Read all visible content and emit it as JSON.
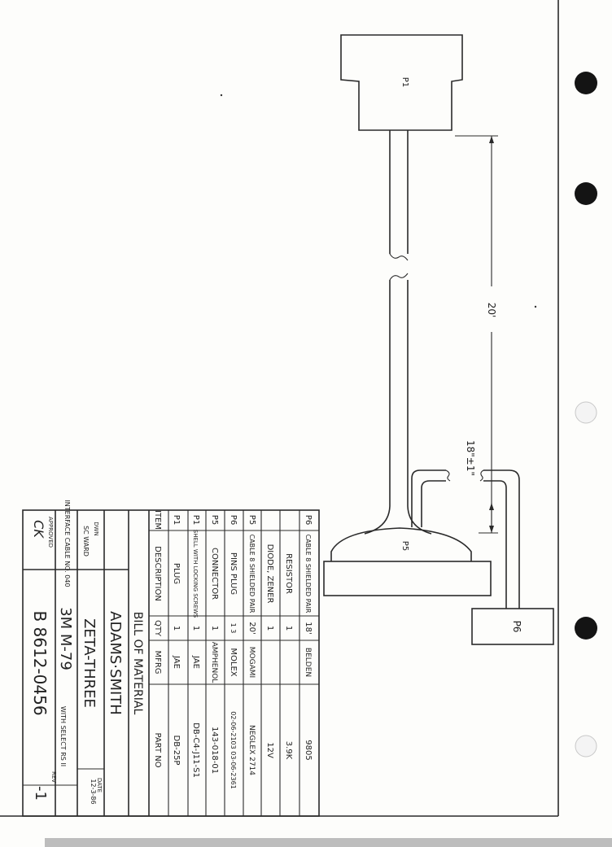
{
  "drawing": {
    "connectors": {
      "p1": "P1",
      "p5": "P5",
      "p6": "P6"
    },
    "dimensions": {
      "length": "20'",
      "breakout": "18\"±1\""
    }
  },
  "bom": {
    "headers": {
      "item": "ITEM",
      "description": "DESCRIPTION",
      "qty": "QTY",
      "mfrg": "MFRG",
      "part_no": "PART NO"
    },
    "rows": [
      {
        "item": "P6",
        "description": "CABLE 8 SHIELDED PAIR",
        "qty": "18'",
        "mfrg": "BELDEN",
        "part_no": "9805"
      },
      {
        "item": "",
        "description": "RESISTOR",
        "qty": "1",
        "mfrg": "",
        "part_no": "3.9K"
      },
      {
        "item": "",
        "description": "DIODE, ZENER",
        "qty": "1",
        "mfrg": "",
        "part_no": "12V"
      },
      {
        "item": "P5",
        "description": "CABLE 8 SHIELDED PAIR",
        "qty": "20'",
        "mfrg": "MOGAMI",
        "part_no": "NEGLEX 2714"
      },
      {
        "item": "P6",
        "description": "PINS PLUG",
        "qty": "1 3",
        "mfrg": "MOLEX",
        "part_no": "02-06-2103 03-06-2361"
      },
      {
        "item": "P5",
        "description": "CONNECTOR",
        "qty": "1",
        "mfrg": "AMPHENOL",
        "part_no": "143-018-01"
      },
      {
        "item": "P1",
        "description": "SHELL WITH LOCKING SCREWS",
        "qty": "1",
        "mfrg": "JAE",
        "part_no": "DB-C4-J11-S1"
      },
      {
        "item": "P1",
        "description": "PLUG",
        "qty": "1",
        "mfrg": "JAE",
        "part_no": "DB-25P"
      }
    ],
    "title": "BILL OF MATERIAL",
    "company": "ADAMS·SMITH",
    "product": "ZETA-THREE",
    "dwn_label": "DWN",
    "dwn_value": "SC WARD",
    "date_label": "DATE",
    "date_value": "12-3-86",
    "subject": "INTERFACE CABLE NO. 040",
    "model": "3M M-79",
    "model_note": "WITH SELECT RS II",
    "approved_label": "APPROVED",
    "approved_sig": "CK",
    "drawing_no": "B 8612-0456",
    "rev_label": "REV",
    "rev_value": "-1"
  }
}
